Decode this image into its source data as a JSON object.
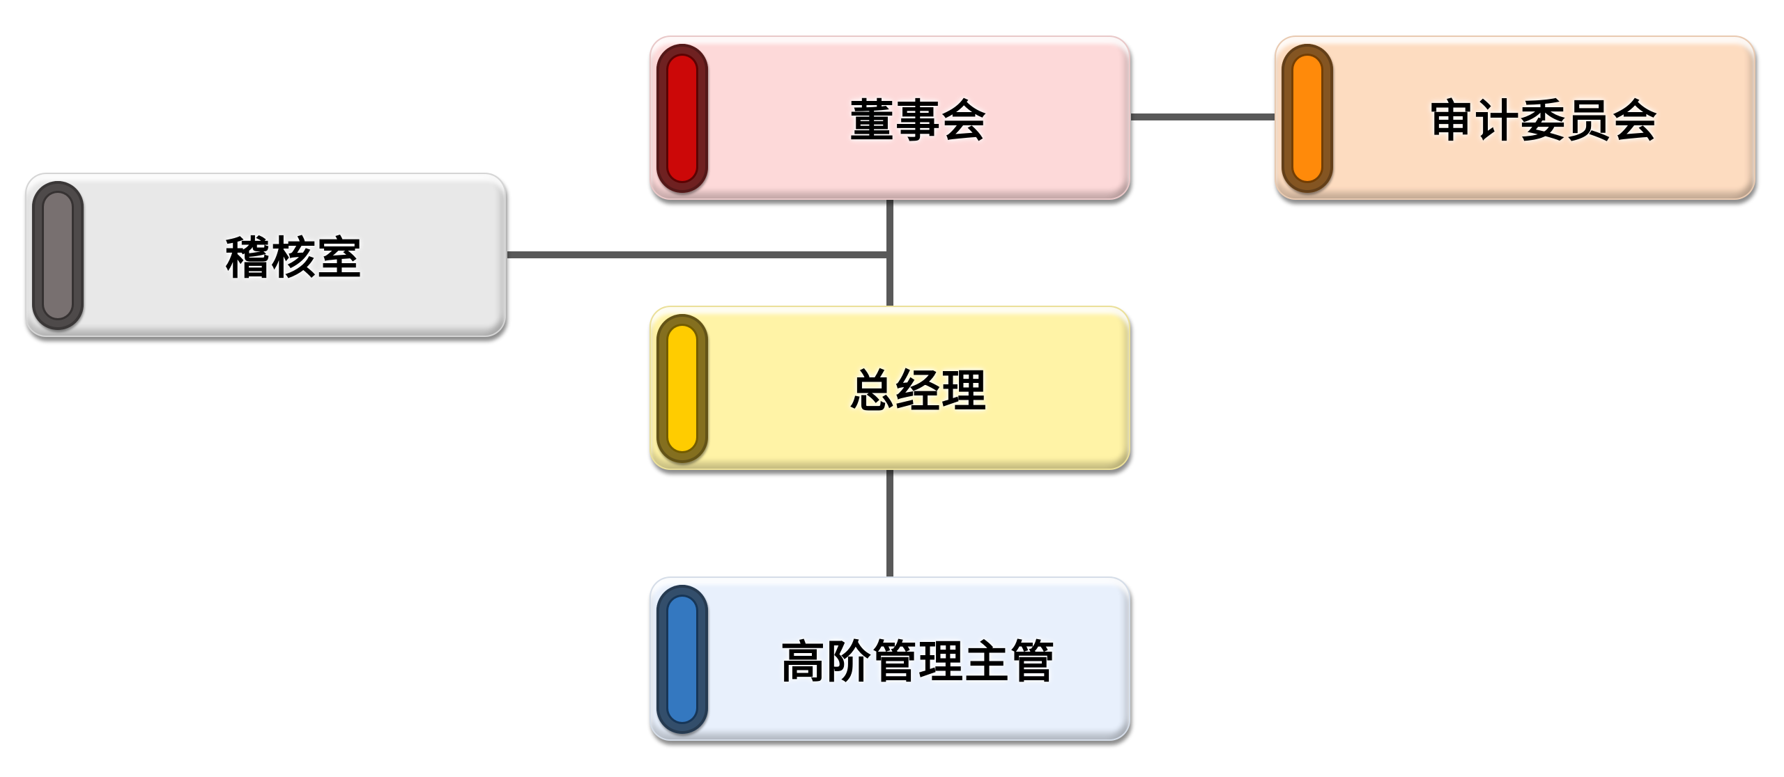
{
  "nodes": {
    "board": {
      "label": "董事会",
      "fill": "#fdd9d9",
      "accent": "#cc0808"
    },
    "audit_committee": {
      "label": "审计委员会",
      "fill": "#fddcc0",
      "accent": "#ff8a0a"
    },
    "internal_audit": {
      "label": "稽核室",
      "fill": "#e8e8e8",
      "accent": "#787070"
    },
    "general_manager": {
      "label": "总经理",
      "fill": "#fff3a6",
      "accent": "#ffcc00"
    },
    "senior_management": {
      "label": "高阶管理主管",
      "fill": "#e8f0fc",
      "accent": "#3478c0"
    }
  }
}
